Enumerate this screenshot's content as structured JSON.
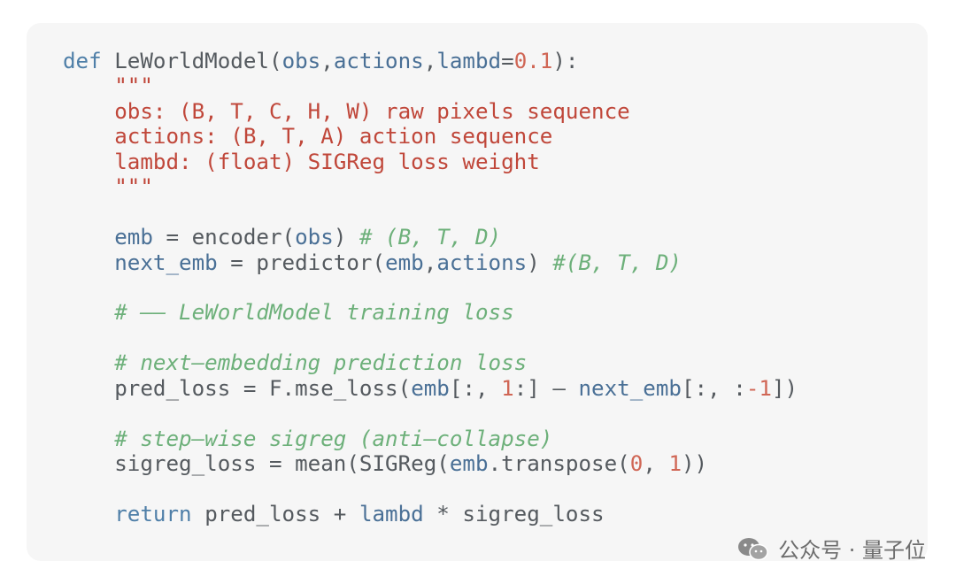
{
  "code": {
    "lines": [
      [
        {
          "t": "def ",
          "c": "kw"
        },
        {
          "t": "LeWorldModel(",
          "c": "plain"
        },
        {
          "t": "obs",
          "c": "var"
        },
        {
          "t": ",",
          "c": "plain"
        },
        {
          "t": "actions",
          "c": "var"
        },
        {
          "t": ",",
          "c": "plain"
        },
        {
          "t": "lambd",
          "c": "var"
        },
        {
          "t": "=",
          "c": "plain"
        },
        {
          "t": "0.1",
          "c": "num"
        },
        {
          "t": "):",
          "c": "plain"
        }
      ],
      [
        {
          "t": "    \"\"\"",
          "c": "str"
        }
      ],
      [
        {
          "t": "    obs: (B, T, C, H, W) raw pixels sequence",
          "c": "str"
        }
      ],
      [
        {
          "t": "    actions: (B, T, A) action sequence",
          "c": "str"
        }
      ],
      [
        {
          "t": "    lambd: (float) SIGReg loss weight",
          "c": "str"
        }
      ],
      [
        {
          "t": "    \"\"\"",
          "c": "str"
        }
      ],
      [],
      [
        {
          "t": "    ",
          "c": "plain"
        },
        {
          "t": "emb",
          "c": "var"
        },
        {
          "t": " = encoder(",
          "c": "plain"
        },
        {
          "t": "obs",
          "c": "var"
        },
        {
          "t": ") ",
          "c": "plain"
        },
        {
          "t": "# (B, T, D)",
          "c": "cmt"
        }
      ],
      [
        {
          "t": "    ",
          "c": "plain"
        },
        {
          "t": "next_emb",
          "c": "var"
        },
        {
          "t": " = predictor(",
          "c": "plain"
        },
        {
          "t": "emb",
          "c": "var"
        },
        {
          "t": ",",
          "c": "plain"
        },
        {
          "t": "actions",
          "c": "var"
        },
        {
          "t": ") ",
          "c": "plain"
        },
        {
          "t": "#(B, T, D)",
          "c": "cmt"
        }
      ],
      [],
      [
        {
          "t": "    ",
          "c": "plain"
        },
        {
          "t": "# —— LeWorldModel training loss",
          "c": "cmt"
        }
      ],
      [],
      [
        {
          "t": "    ",
          "c": "plain"
        },
        {
          "t": "# next—embedding prediction loss",
          "c": "cmt"
        }
      ],
      [
        {
          "t": "    pred_loss = F.mse_loss(",
          "c": "plain"
        },
        {
          "t": "emb",
          "c": "var"
        },
        {
          "t": "[:, ",
          "c": "plain"
        },
        {
          "t": "1",
          "c": "num"
        },
        {
          "t": ":] — ",
          "c": "plain"
        },
        {
          "t": "next_emb",
          "c": "var"
        },
        {
          "t": "[:, :",
          "c": "plain"
        },
        {
          "t": "-1",
          "c": "num"
        },
        {
          "t": "])",
          "c": "plain"
        }
      ],
      [],
      [
        {
          "t": "    ",
          "c": "plain"
        },
        {
          "t": "# step—wise sigreg (anti—collapse)",
          "c": "cmt"
        }
      ],
      [
        {
          "t": "    sigreg_loss = mean(SIGReg(",
          "c": "plain"
        },
        {
          "t": "emb",
          "c": "var"
        },
        {
          "t": ".transpose(",
          "c": "plain"
        },
        {
          "t": "0",
          "c": "num"
        },
        {
          "t": ", ",
          "c": "plain"
        },
        {
          "t": "1",
          "c": "num"
        },
        {
          "t": "))",
          "c": "plain"
        }
      ],
      [],
      [
        {
          "t": "    ",
          "c": "plain"
        },
        {
          "t": "return ",
          "c": "kw"
        },
        {
          "t": "pred_loss + ",
          "c": "plain"
        },
        {
          "t": "lambd",
          "c": "var"
        },
        {
          "t": " * sigreg_loss",
          "c": "plain"
        }
      ]
    ]
  },
  "watermark": {
    "text": "公众号 · 量子位",
    "icon": "wechat-icon"
  }
}
